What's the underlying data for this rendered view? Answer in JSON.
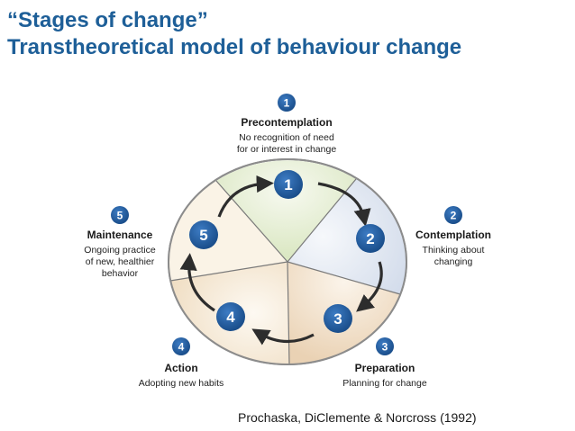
{
  "title": {
    "line1": "“Stages of change”",
    "line2": "Transtheoretical model of behaviour change"
  },
  "stages": [
    {
      "number": "1",
      "name": "Precontemplation",
      "desc": [
        "No recognition of need",
        "for or interest in change"
      ]
    },
    {
      "number": "2",
      "name": "Contemplation",
      "desc": [
        "Thinking about",
        "changing"
      ]
    },
    {
      "number": "3",
      "name": "Preparation",
      "desc": [
        "Planning for change"
      ]
    },
    {
      "number": "4",
      "name": "Action",
      "desc": [
        "Adopting new habits"
      ]
    },
    {
      "number": "5",
      "name": "Maintenance",
      "desc": [
        "Ongoing practice",
        "of new, healthier",
        "behavior"
      ]
    }
  ],
  "citation": "Prochaska, DiClemente & Norcross (1992)",
  "colors": {
    "title": "#1e5f98",
    "badge": "#1f5a9e",
    "sector_top": "#e6efcf",
    "sector_right": "#dfe6f1",
    "sector_bottom": "#f3e2cf",
    "sector_left": "#f6ead9",
    "ring": "#8a8a8a",
    "arrow": "#333333"
  }
}
